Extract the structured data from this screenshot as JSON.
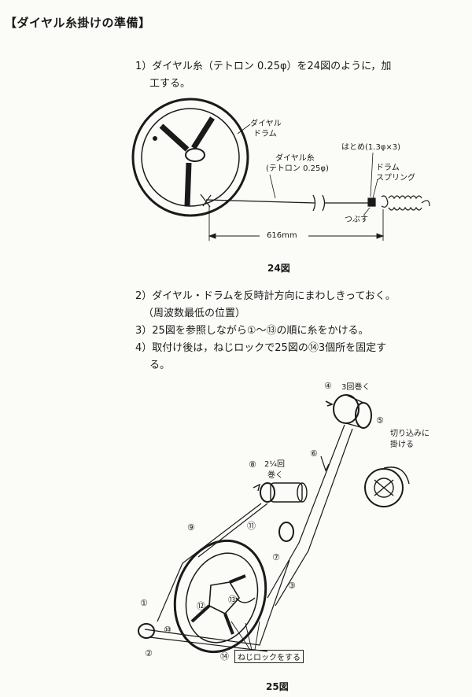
{
  "heading": "【ダイヤル糸掛けの準備】",
  "steps": {
    "s1_line1": "1）ダイヤル糸（テトロン 0.25φ）を24図のように，加",
    "s1_line2": "工する。",
    "s2_line1": "2）ダイヤル・ドラムを反時計方向にまわしきっておく。",
    "s2_line2": "（周波数最低の位置）",
    "s3": "3）25図を参照しながら①～⑬の順に糸をかける。",
    "s4_line1": "4）取付け後は，ねじロックで25図の⑭3個所を固定す",
    "s4_line2": "る。"
  },
  "fig24": {
    "caption": "24図",
    "label_drum_1": "ダイヤル",
    "label_drum_2": "ドラム",
    "label_thread_1": "ダイヤル糸",
    "label_thread_2": "(テトロン 0.25φ)",
    "label_eyelet": "はとめ(1.3φ×3)",
    "label_spring_1": "ドラム",
    "label_spring_2": "スプリング",
    "label_crimp": "つぶす",
    "dimension": "616mm"
  },
  "fig25": {
    "caption": "25図",
    "n4": "④",
    "n4_text": "3回巻く",
    "n5": "⑤",
    "notch_1": "切り込みに",
    "notch_2": "掛ける",
    "n6": "⑥",
    "n8": "⑧",
    "n8_text_1": "2¼回",
    "n8_text_2": "巻く",
    "n9": "⑨",
    "n11": "⑪",
    "n7": "⑦",
    "n3": "③",
    "n1": "①",
    "n12": "⑫",
    "n13": "⑬",
    "n10": "⑩",
    "n2": "②",
    "n14": "⑭",
    "lock_note": "ねじロックをする"
  }
}
